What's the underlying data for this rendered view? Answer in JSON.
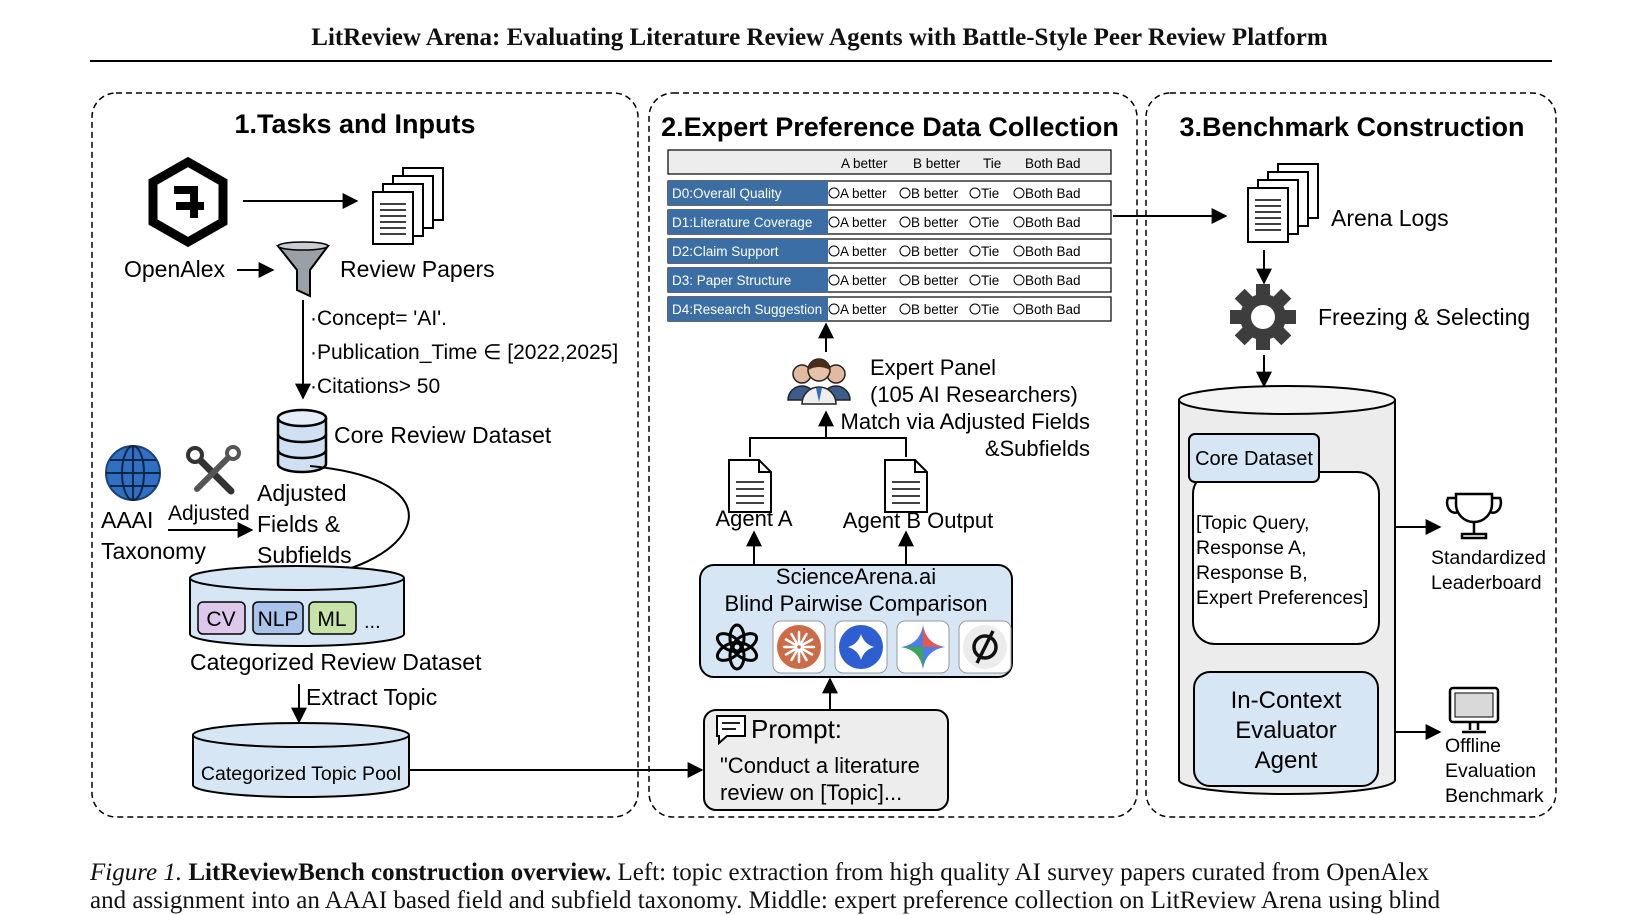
{
  "title": "LitReview Arena: Evaluating Literature Review Agents with Battle-Style Peer Review Platform",
  "sections": {
    "tasks": {
      "heading": "1.Tasks and Inputs",
      "openalex": "OpenAlex",
      "review_papers": "Review Papers",
      "filters": [
        "·Concept= 'AI'.",
        "·Publication_Time ∈ [2022,2025]",
        "·Citations> 50"
      ],
      "core_review_dataset": "Core Review Dataset",
      "aaai_taxonomy": [
        "AAAI",
        "Taxonomy"
      ],
      "adjusted": "Adjusted",
      "adjusted_fields": [
        "Adjusted",
        "Fields &",
        "Subfields"
      ],
      "categories": [
        "CV",
        "NLP",
        "ML",
        "..."
      ],
      "categorized_review_dataset": "Categorized Review Dataset",
      "extract_topic": "Extract Topic",
      "categorized_topic_pool": "Categorized Topic Pool"
    },
    "expert": {
      "heading": "2.Expert Preference Data Collection",
      "table_headers": [
        "A better",
        "B better",
        "Tie",
        "Both Bad"
      ],
      "dimensions": [
        "D0:Overall Quality",
        "D1:Literature Coverage",
        "D2:Claim Support",
        "D3: Paper Structure",
        "D4:Research Suggestion"
      ],
      "options": [
        "A better",
        "B better",
        "Tie",
        "Both Bad"
      ],
      "expert_panel": [
        "Expert Panel",
        "(105 AI Researchers)"
      ],
      "match": [
        "Match via Adjusted Fields",
        "&Subfields"
      ],
      "agent_a": "Agent A",
      "agent_b": "Agent B Output",
      "arena": [
        "ScienceArena.ai",
        "Blind Pairwise Comparison"
      ],
      "model_icons": [
        "openai-logo",
        "claude-logo",
        "deepseek-logo",
        "gemini-logo",
        "perplexity-logo"
      ],
      "prompt_label": "Prompt:",
      "prompt_text": [
        "\"Conduct a literature",
        "review on [Topic]..."
      ]
    },
    "benchmark": {
      "heading": "3.Benchmark Construction",
      "arena_logs": "Arena Logs",
      "freezing": "Freezing & Selecting",
      "core_dataset": "Core Dataset",
      "core_fields": [
        "[Topic Query,",
        "Response A,",
        "Response B,",
        "Expert Preferences]"
      ],
      "evaluator": [
        "In-Context",
        "Evaluator",
        "Agent"
      ],
      "leaderboard": [
        "Standardized",
        "Leaderboard"
      ],
      "offline": [
        "Offline",
        "Evaluation",
        "Benchmark"
      ]
    }
  },
  "caption": {
    "label": "Figure 1.",
    "bold": "LitReviewBench construction overview.",
    "line1_rest": " Left: topic extraction from high quality AI survey papers curated from OpenAlex",
    "line2": "and assignment into an AAAI based field and subfield taxonomy. Middle: expert preference collection on LitReview Arena using blind"
  },
  "colors": {
    "dimension_blue": "#3a6ea5",
    "light_blue": "#d7e6f4",
    "cv_purple": "#ddc7ea",
    "nlp_blue": "#a9c3ea",
    "ml_green": "#c7e3a8",
    "claude_orange": "#cc6b47",
    "deepseek_blue": "#2d5fd3"
  }
}
